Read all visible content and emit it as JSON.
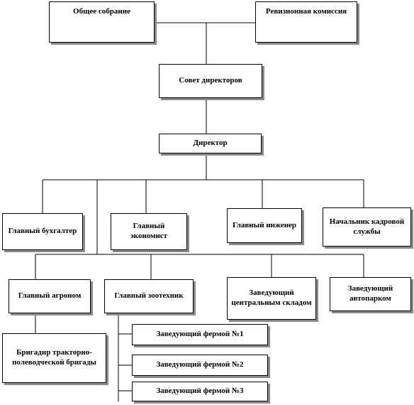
{
  "org_chart": {
    "general_meeting": "Общее собрание",
    "audit_commission": "Ревизионная комиссия",
    "board_of_directors": "Совет директоров",
    "director": "Директор",
    "chief_accountant": "Главный бухгалтер",
    "chief_economist": "Главный экономист",
    "chief_engineer": "Главный инженер",
    "hr_head": "Начальник кадровой службы",
    "chief_agronomist": "Главный агроном",
    "chief_zootechnician": "Главный зоотехник",
    "central_warehouse_head": "Заведующий центральным складом",
    "motor_pool_head": "Заведующий автопарком",
    "field_brigade_leader": "Бригадир тракторно-полеводческой бригады",
    "farm_1_head": "Заведующий фермой №1",
    "farm_2_head": "Заведующий фермой №2",
    "farm_3_head": "Заведующий фермой №3"
  }
}
